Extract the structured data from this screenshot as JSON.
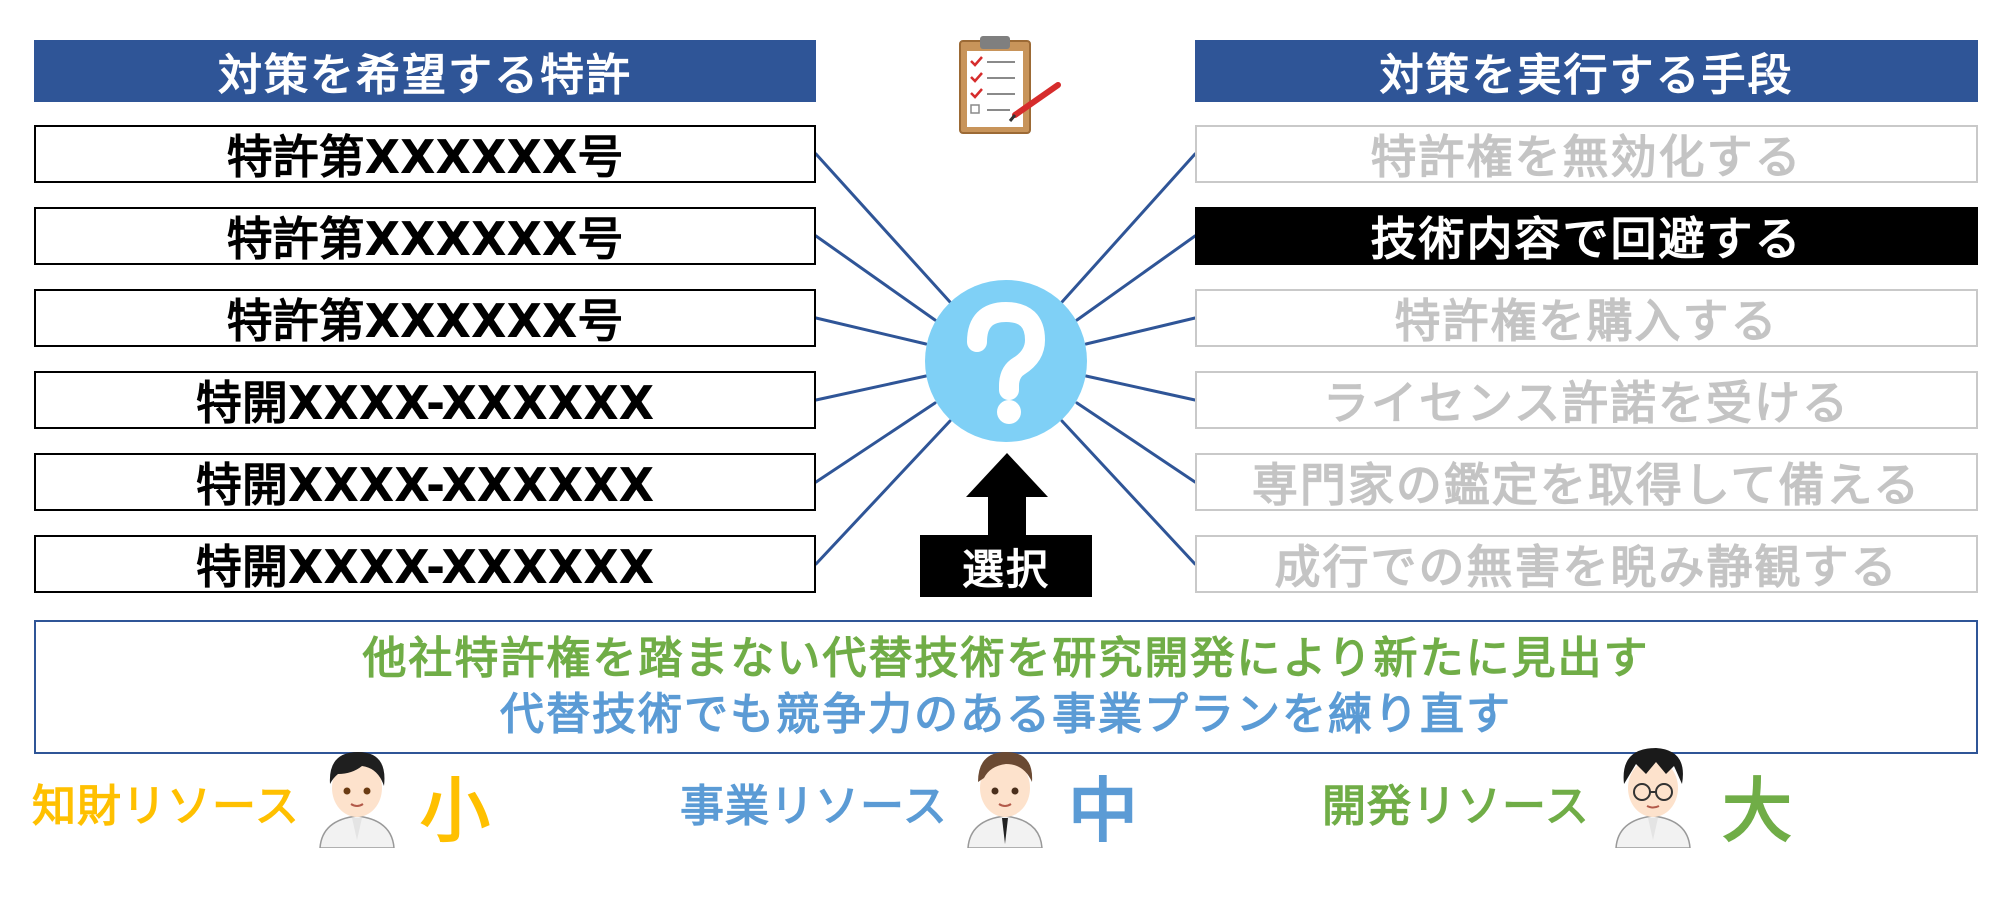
{
  "left_header": "対策を希望する特許",
  "right_header": "対策を実行する手段",
  "patents": [
    "特許第XXXXXX号",
    "特許第XXXXXX号",
    "特許第XXXXXX号",
    "特開XXXX-XXXXXX",
    "特開XXXX-XXXXXX",
    "特開XXXX-XXXXXX"
  ],
  "options": [
    {
      "label": "特許権を無効化する",
      "selected": false
    },
    {
      "label": "技術内容で回避する",
      "selected": true
    },
    {
      "label": "特許権を購入する",
      "selected": false
    },
    {
      "label": "ライセンス許諾を受ける",
      "selected": false
    },
    {
      "label": "専門家の鑑定を取得して備える",
      "selected": false
    },
    {
      "label": "成行での無害を睨み静観する",
      "selected": false
    }
  ],
  "center": {
    "symbol": "?",
    "arrow_label": "選択"
  },
  "result": {
    "line1": "他社特許権を踏まない代替技術を研究開発により新たに見出す",
    "line2": "代替技術でも競争力のある事業プランを練り直す"
  },
  "resources": [
    {
      "label": "知財リソース",
      "level": "小",
      "color": "#ffc000"
    },
    {
      "label": "事業リソース",
      "level": "中",
      "color": "#5b9bd5"
    },
    {
      "label": "開発リソース",
      "level": "大",
      "color": "#70ad47"
    }
  ],
  "colors": {
    "header": "#2f5597",
    "lines": "#2f5597",
    "circle": "#7fd0f6"
  }
}
